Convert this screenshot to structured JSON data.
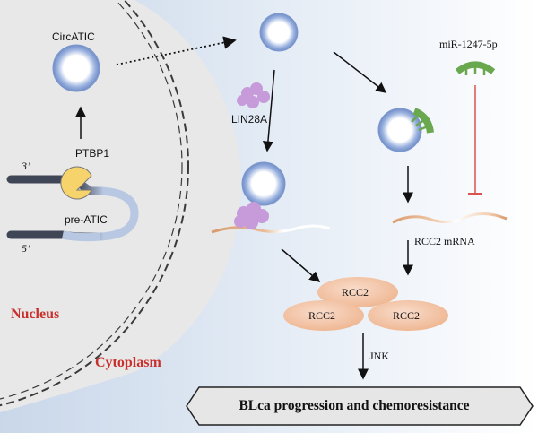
{
  "labels": {
    "circ_atic": "CircATIC",
    "ptbp1": "PTBP1",
    "pre_atic": "pre-ATIC",
    "three_prime": "3’",
    "five_prime": "5’",
    "lin28a": "LIN28A",
    "mir": "miR-1247-5p",
    "rcc2_mrna": "RCC2  mRNA",
    "rcc2_top": "RCC2",
    "rcc2_left": "RCC2",
    "rcc2_right": "RCC2",
    "jnk": "JNK",
    "nucleus": "Nucleus",
    "cytoplasm": "Cytoplasm",
    "outcome": "BLca progression and chemoresistance"
  },
  "colors": {
    "ring_inner": "#ffffff",
    "ring_outer": "#7d99cf",
    "lin28a": "#c79ad9",
    "mir": "#6aa84f",
    "rcc2": "#f2c4a8",
    "ptbp1": "#f6d36b",
    "strand_dark": "#3f4656",
    "strand_light": "#a9bbd8",
    "mrna": "#d99a6c",
    "inhibition": "#d9534f",
    "label_red": "#c9302c"
  }
}
